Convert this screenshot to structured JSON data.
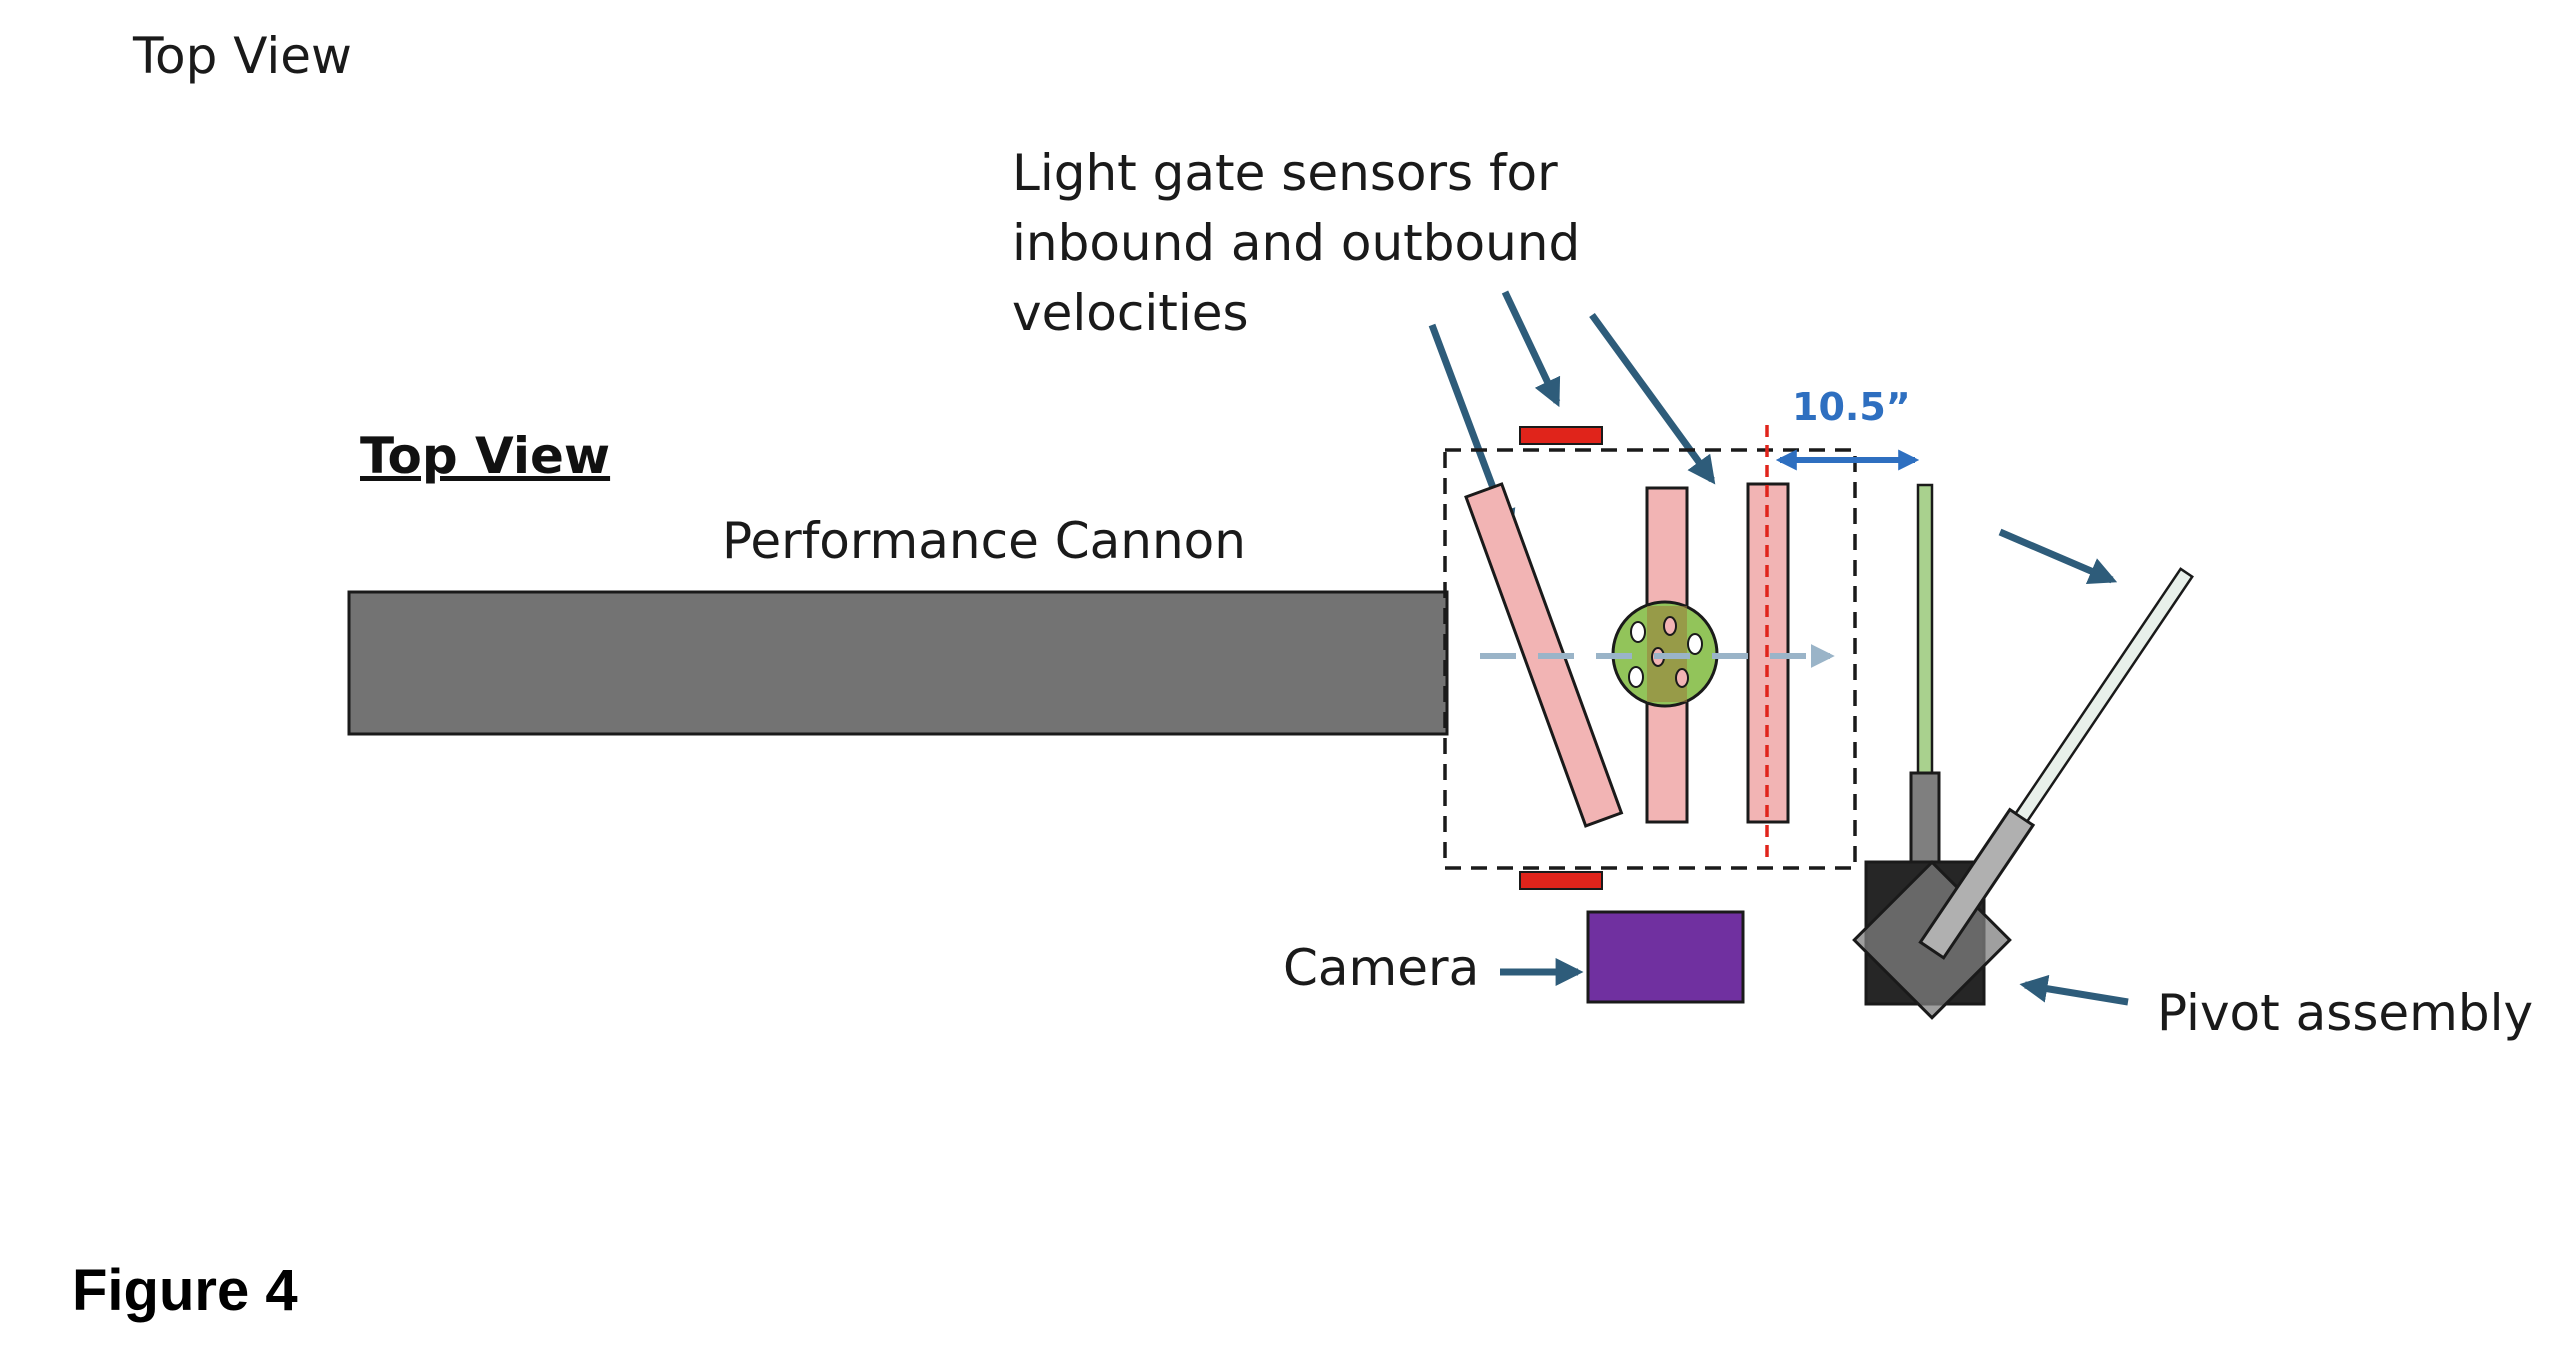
{
  "page": {
    "corner_title": "Top View",
    "figure_label": "Figure 4"
  },
  "diagram": {
    "heading": "Top View",
    "cannon_label": "Performance Cannon",
    "sensors_label_lines": [
      "Light gate sensors for",
      "inbound and outbound",
      "velocities"
    ],
    "dimension_label": "10.5”",
    "camera_label": "Camera",
    "pivot_label": "Pivot assembly"
  },
  "colors": {
    "cannon": "#737373",
    "gate_panel": "#f2b4b4",
    "sensor_bar": "#e0241b",
    "ball": "#92c45a",
    "camera": "#7030a0",
    "arrow": "#2e5c7a",
    "dimension": "#2e6fc0",
    "laser_line": "#e0241b",
    "bat_stem": "#a9d18e",
    "pivot": "#262626"
  },
  "icons": [
    "arrow-icon"
  ]
}
